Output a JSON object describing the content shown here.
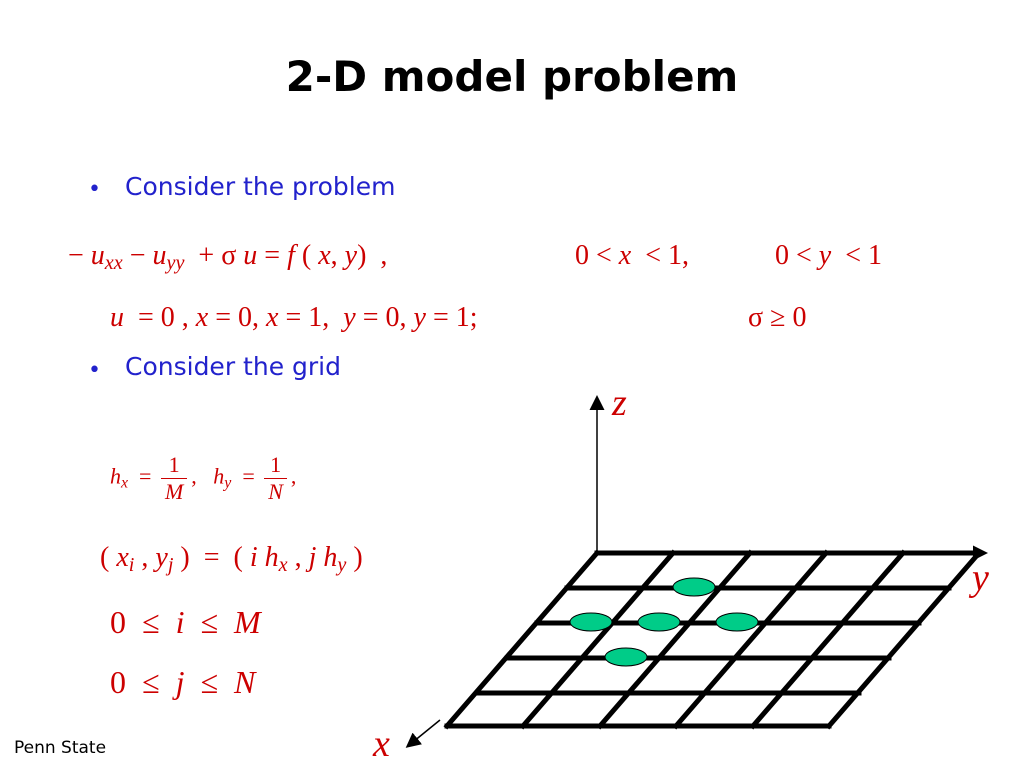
{
  "slide": {
    "title": "2-D model problem",
    "bullets": [
      "Consider the problem",
      "Consider the grid"
    ],
    "bullet_glyph": "•",
    "footer": "Penn State"
  },
  "equations": {
    "pde": "− u_xx − u_yy + σ u = f ( x, y ) , 0 < x < 1, 0 < y < 1",
    "bc": "u = 0 , x = 0, x = 1, y = 0, y = 1;",
    "sigma_cond": "σ ≥ 0",
    "hx_def": "h_x = 1/M ,",
    "hy_def": "h_y = 1/N ,",
    "grid_points": "( x_i , y_j ) = ( i h_x , j h_y )",
    "i_range": "0 ≤ i ≤ M",
    "j_range": "0 ≤ j ≤ N"
  },
  "axes": {
    "z": "z",
    "y": "y",
    "x": "x"
  },
  "colors": {
    "title": "#000000",
    "bullet": "#2222cc",
    "math": "#cc0000",
    "node": "#00cc88"
  }
}
